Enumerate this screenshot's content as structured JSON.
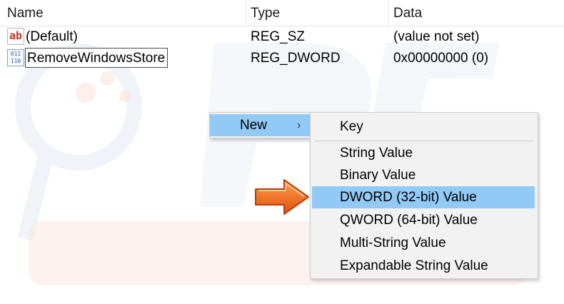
{
  "columns": {
    "name": "Name",
    "type": "Type",
    "data": "Data"
  },
  "rows": [
    {
      "icon": "string-value-icon",
      "icon_glyph": "ab",
      "name": "(Default)",
      "type": "REG_SZ",
      "data": "(value not set)"
    },
    {
      "icon": "binary-value-icon",
      "icon_glyph": "011 110",
      "name": "RemoveWindowsStore",
      "type": "REG_DWORD",
      "data": "0x00000000 (0)"
    }
  ],
  "context_menu": {
    "new_label": "New",
    "submenu_arrow": "›"
  },
  "submenu": {
    "items": [
      "Key",
      "String Value",
      "Binary Value",
      "DWORD (32-bit) Value",
      "QWORD (64-bit) Value",
      "Multi-String Value",
      "Expandable String Value"
    ],
    "highlighted": "DWORD (32-bit) Value"
  },
  "colors": {
    "highlight": "#91c9f7",
    "menu_bg": "#f2f2f2",
    "pointer_arrow": "#f26522"
  }
}
